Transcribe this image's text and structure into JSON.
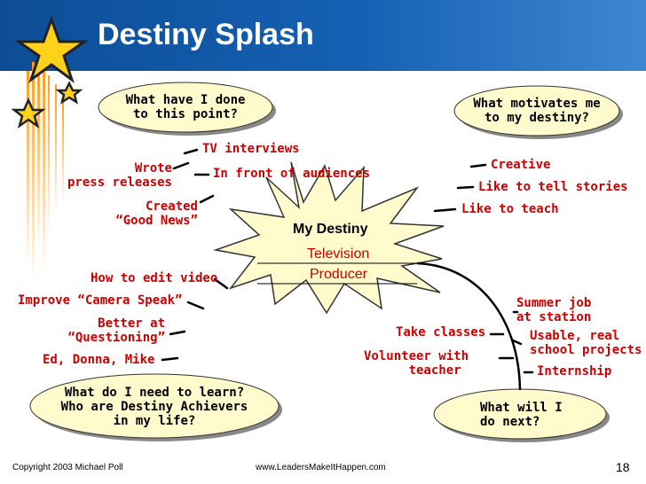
{
  "header": {
    "title": "Destiny Splash",
    "color": "#1560b3"
  },
  "center": {
    "title": "My Destiny",
    "line1": "Television",
    "line2": "Producer"
  },
  "bubbles": {
    "top_left": "What have I done\nto this point?",
    "top_right": "What motivates me\nto my destiny?",
    "bottom_left": "What do I need to learn?\nWho are Destiny Achievers\nin my life?",
    "bottom_right": "What will I\ndo next?"
  },
  "done_items": {
    "tv": "TV interviews",
    "press": "Wrote\npress releases",
    "audiences": "In front of audiences",
    "good_news": "Created\n“Good News”"
  },
  "motivates_items": {
    "creative": "Creative",
    "stories": "Like to tell stories",
    "teach": "Like to teach"
  },
  "learn_items": {
    "edit": "How to edit video",
    "camera": "Improve “Camera Speak”",
    "questioning": "Better at\n“Questioning”",
    "people": "Ed, Donna, Mike"
  },
  "next_items": {
    "classes": "Take classes",
    "volunteer": "Volunteer with\n      teacher",
    "summer": "Summer job\nat station",
    "usable": "Usable, real\nschool projects",
    "internship": "Internship"
  },
  "footer": {
    "copyright": "Copyright 2003 Michael Poll",
    "url": "www.LeadersMakeItHappen.com",
    "page": "18"
  },
  "colors": {
    "item_text": "#cc0000",
    "bubble_fill": "#fffbcc",
    "star": "#ffd21a"
  }
}
